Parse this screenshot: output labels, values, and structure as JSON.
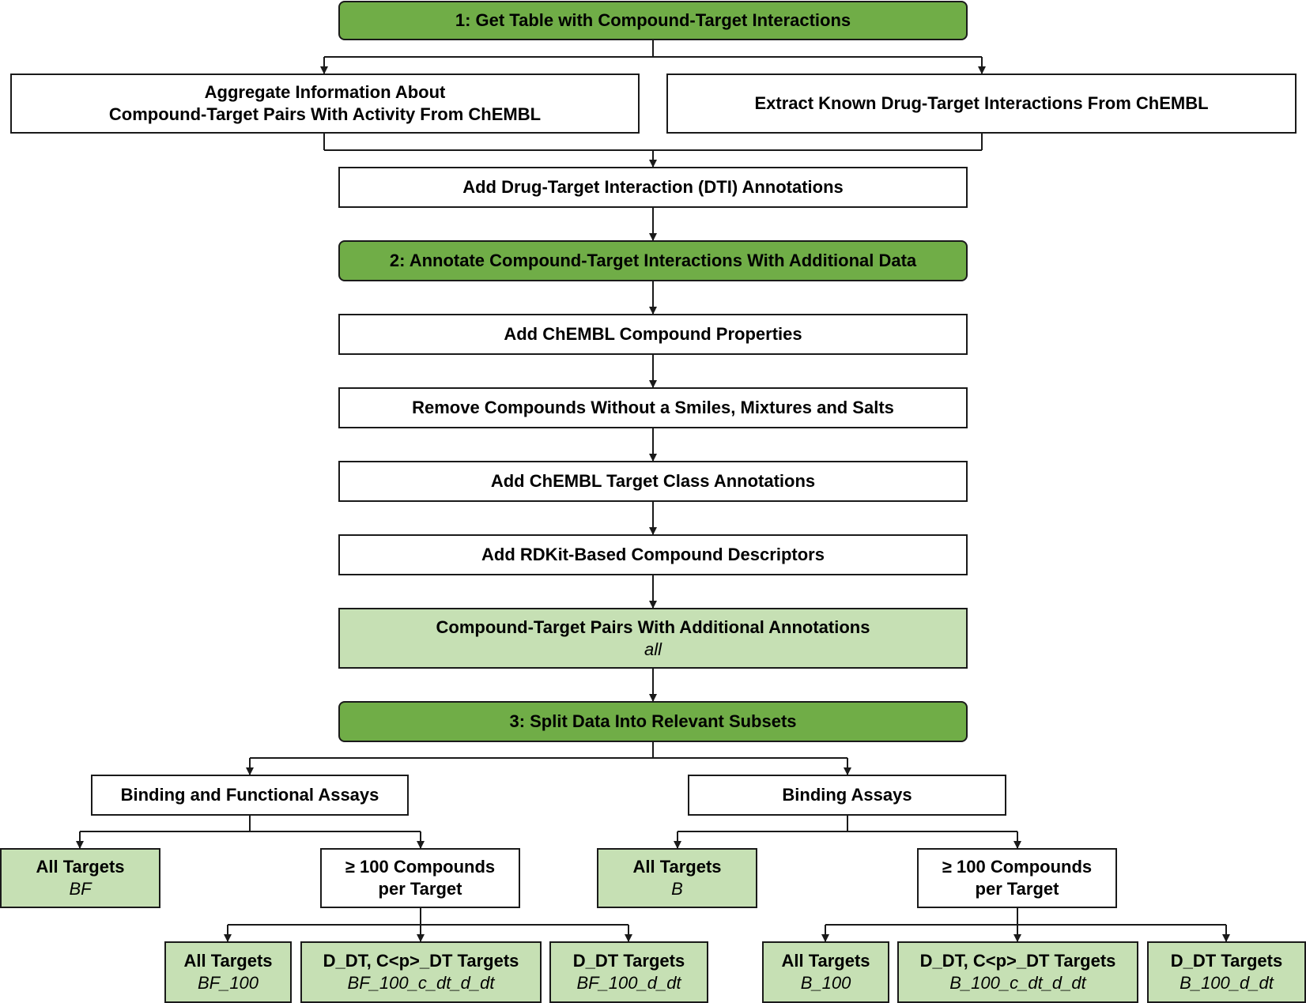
{
  "colors": {
    "step_fill": "#70ad47",
    "result_fill": "#c6e0b4",
    "box_fill": "#ffffff",
    "border": "#1a1a1a"
  },
  "step1": {
    "title": "1: Get Table with Compound-Target Interactions"
  },
  "aggregate": {
    "line1": "Aggregate Information About",
    "line2": "Compound-Target Pairs With Activity From ChEMBL"
  },
  "extract": {
    "label": "Extract Known Drug-Target Interactions From ChEMBL"
  },
  "add_dti": {
    "label": "Add Drug-Target Interaction (DTI) Annotations"
  },
  "step2": {
    "title": "2: Annotate Compound-Target Interactions With Additional Data"
  },
  "add_props": {
    "label": "Add ChEMBL Compound Properties"
  },
  "remove": {
    "label": "Remove Compounds Without a Smiles, Mixtures and Salts"
  },
  "add_class": {
    "label": "Add ChEMBL Target Class Annotations"
  },
  "add_rdkit": {
    "label": "Add RDKit-Based Compound Descriptors"
  },
  "pairs": {
    "label": "Compound-Target Pairs With Additional Annotations",
    "subset": "all"
  },
  "step3": {
    "title": "3: Split Data Into Relevant Subsets"
  },
  "bf": {
    "label": "Binding and Functional Assays",
    "all_targets": {
      "label": "All Targets",
      "subset": "BF"
    },
    "compounds100": {
      "line1": "≥ 100 Compounds",
      "line2": "per Target"
    },
    "leaves": [
      {
        "label": "All Targets",
        "subset": "BF_100"
      },
      {
        "label": "D_DT, C<p>_DT Targets",
        "subset": "BF_100_c_dt_d_dt"
      },
      {
        "label": "D_DT Targets",
        "subset": "BF_100_d_dt"
      }
    ]
  },
  "b": {
    "label": "Binding Assays",
    "all_targets": {
      "label": "All Targets",
      "subset": "B"
    },
    "compounds100": {
      "line1": "≥ 100 Compounds",
      "line2": "per Target"
    },
    "leaves": [
      {
        "label": "All Targets",
        "subset": "B_100"
      },
      {
        "label": "D_DT, C<p>_DT Targets",
        "subset": "B_100_c_dt_d_dt"
      },
      {
        "label": "D_DT Targets",
        "subset": "B_100_d_dt"
      }
    ]
  }
}
